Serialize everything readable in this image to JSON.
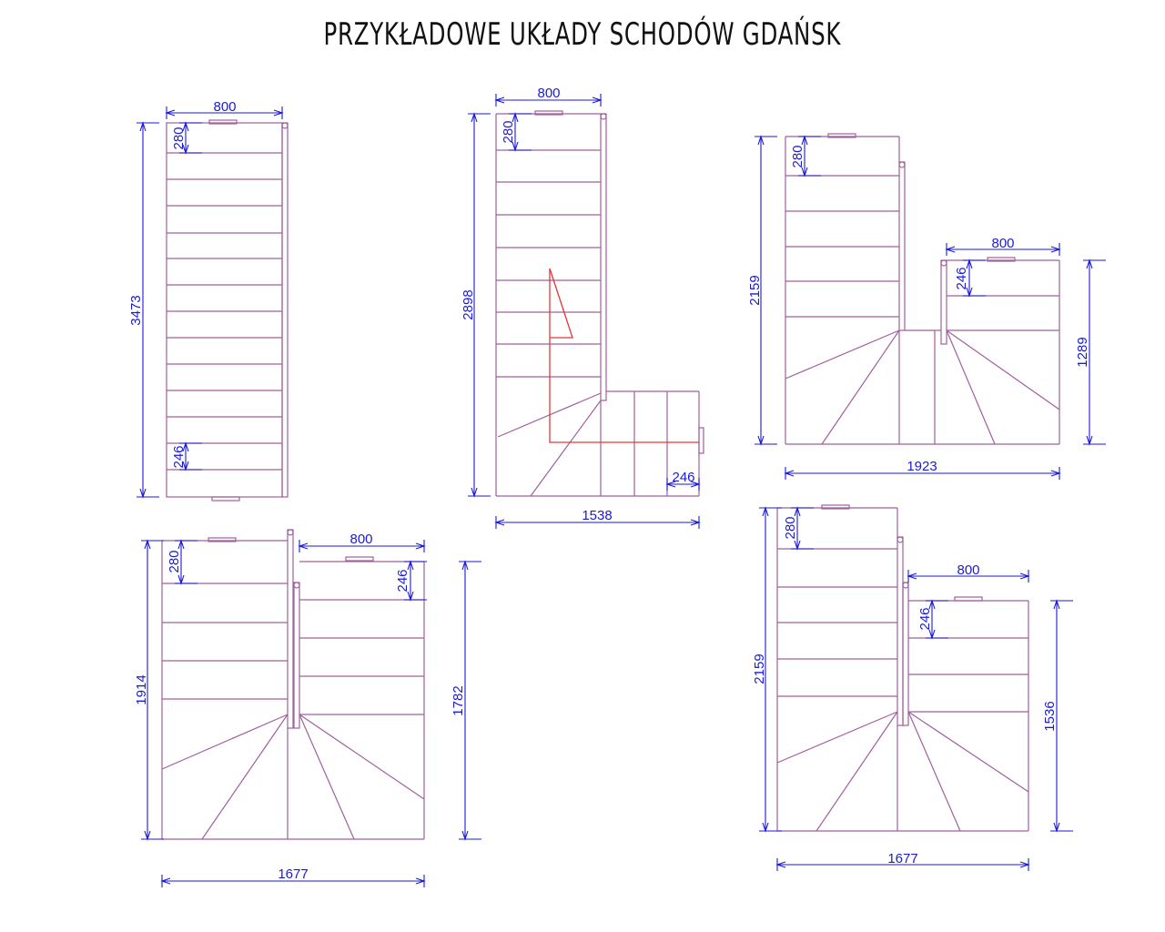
{
  "title": "PRZYKŁADOWE UKŁADY SCHODÓW GDAŃSK",
  "colors": {
    "stairs": "#a0609c",
    "dimensions": "#1a1ad8",
    "arrow": "#e03838"
  },
  "drawings": [
    {
      "name": "straight",
      "dims": {
        "width": "800",
        "height": "3473",
        "tread": "280",
        "last_tread": "246"
      }
    },
    {
      "name": "l-shaped-with-landing-winders",
      "dims": {
        "width": "800",
        "height": "2898",
        "tread": "280",
        "total_width": "1538",
        "lower_tread": "246"
      }
    },
    {
      "name": "u-shaped-right",
      "dims": {
        "left_height": "2159",
        "tread": "280",
        "width": "800",
        "right_tread": "246",
        "right_height": "1289",
        "total_width": "1923"
      }
    },
    {
      "name": "u-shaped-1914",
      "dims": {
        "left_height": "1914",
        "tread": "280",
        "width": "800",
        "right_tread": "246",
        "right_height": "1782",
        "total_width": "1677"
      }
    },
    {
      "name": "u-shaped-2159",
      "dims": {
        "left_height": "2159",
        "tread": "280",
        "width": "800",
        "right_tread": "246",
        "right_height": "1536",
        "total_width": "1677"
      }
    }
  ]
}
